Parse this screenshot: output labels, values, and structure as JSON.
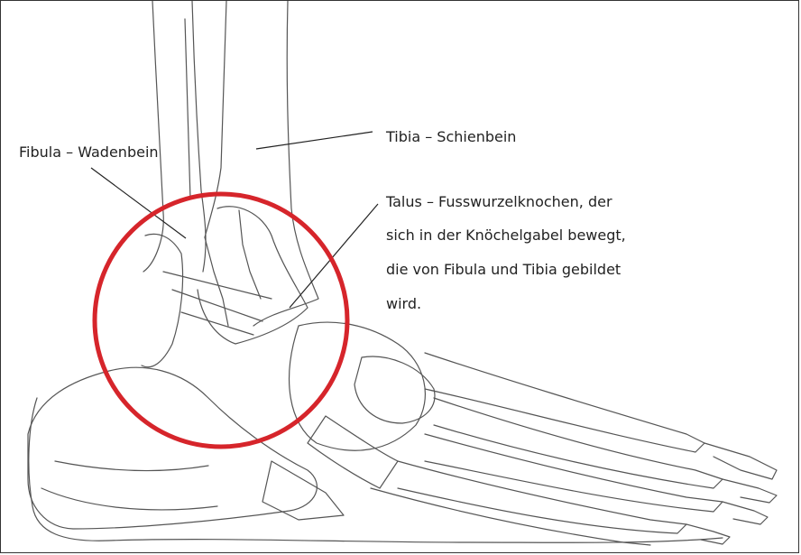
{
  "labels": {
    "fibula": "Fibula – Wadenbein",
    "tibia": "Tibia – Schienbein",
    "talus_lines": [
      "Talus –  Fusswurzelknochen, der",
      "sich in der Knöchelgabel bewegt,",
      "die von Fibula und Tibia gebildet",
      "wird."
    ]
  },
  "colors": {
    "highlight_circle": "#d6252b",
    "line_art": "#555555",
    "leader_line": "#222222",
    "text": "#222222"
  }
}
